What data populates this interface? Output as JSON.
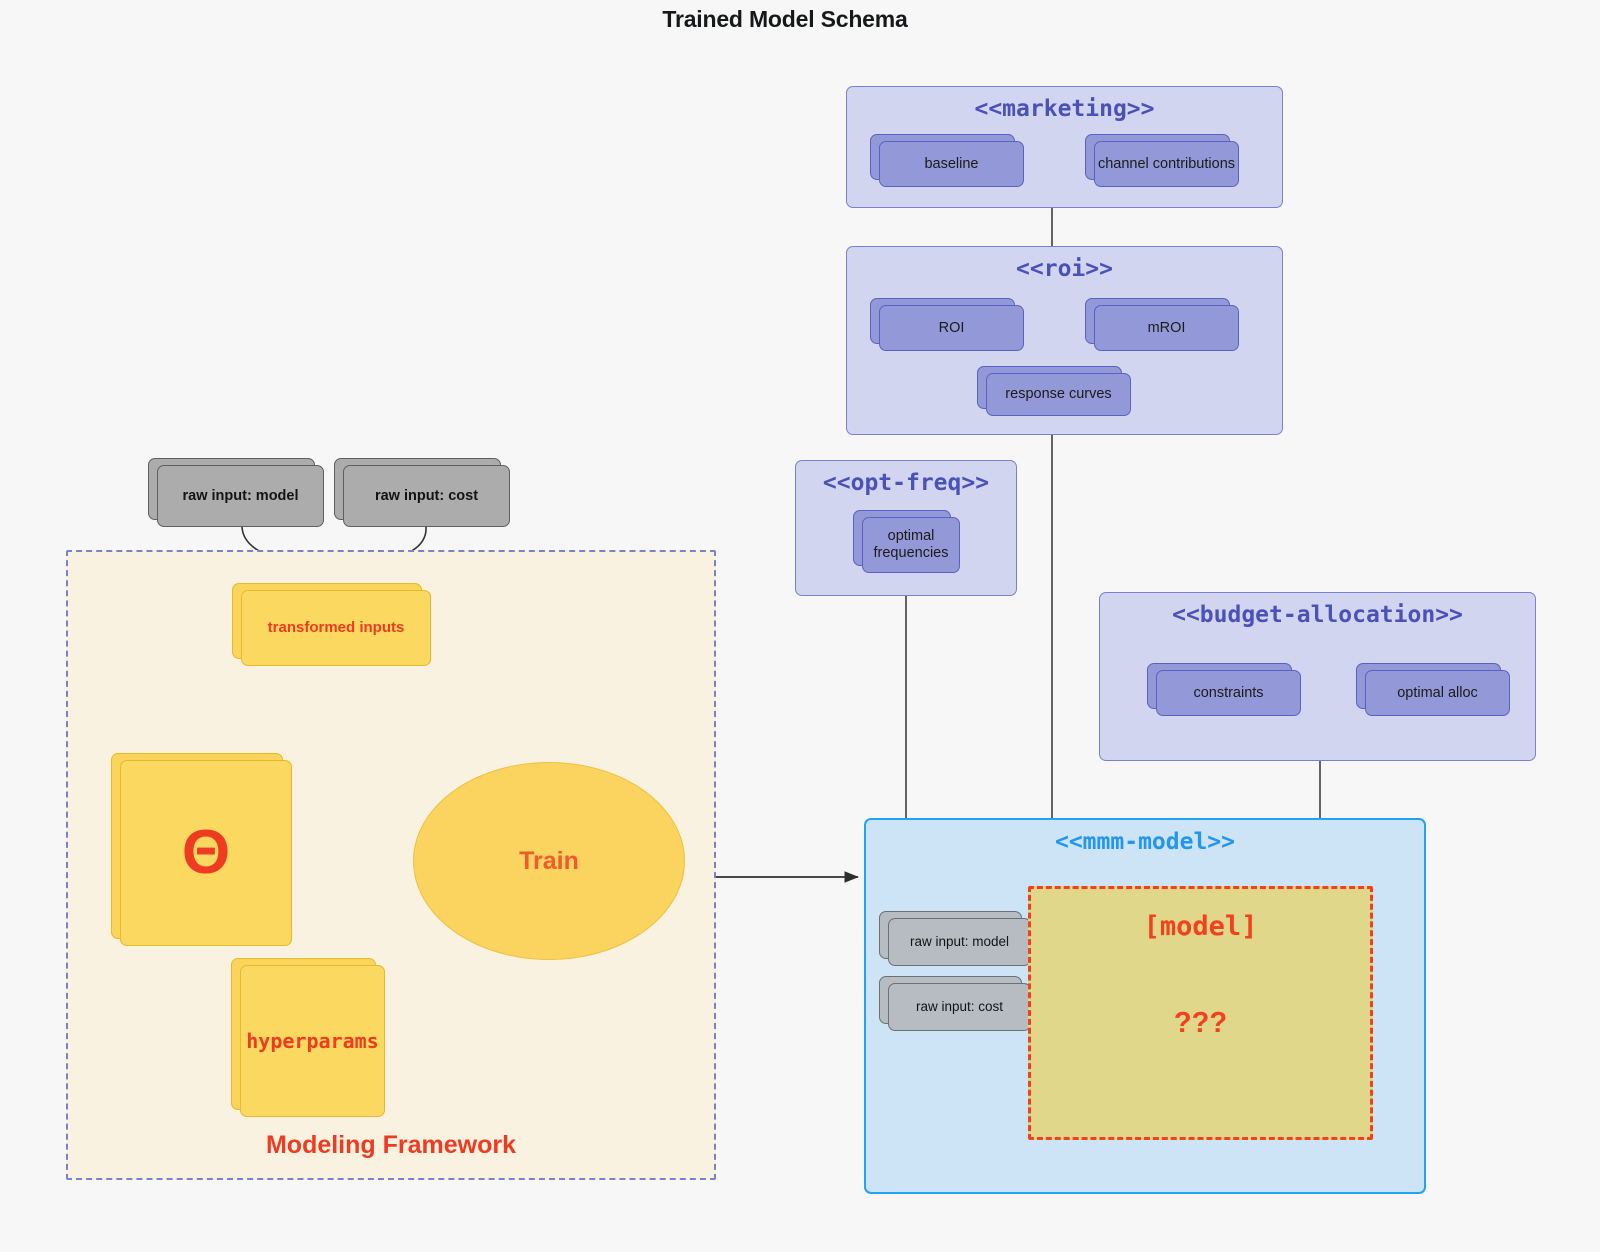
{
  "title": "Trained Model Schema",
  "colors": {
    "background": "#f7f7f7",
    "package_fill": "#d2d5ef",
    "package_border": "#7a7fd6",
    "package_title": "#4a51b8",
    "model_pkg_fill": "#cde4f7",
    "model_pkg_border": "#23a3f5",
    "model_pkg_title": "#2196f3",
    "purple_node": "#9399d8",
    "grey_node": "#acacac",
    "yellow_node": "#fbd85f",
    "accent_red": "#ef3b21",
    "framework_fill": "#faf2e0",
    "framework_border": "#7b82cc",
    "placeholder_fill": "#e0d78b",
    "placeholder_border": "#f4411d"
  },
  "packages": {
    "marketing": {
      "title": "<<marketing>>",
      "nodes": [
        {
          "label": "baseline"
        },
        {
          "label": "channel contributions"
        }
      ]
    },
    "roi": {
      "title": "<<roi>>",
      "nodes": [
        {
          "label": "ROI"
        },
        {
          "label": "mROI"
        },
        {
          "label": "response curves"
        }
      ]
    },
    "opt_freq": {
      "title": "<<opt-freq>>",
      "nodes": [
        {
          "label": "optimal\nfrequencies"
        }
      ]
    },
    "budget_allocation": {
      "title": "<<budget-allocation>>",
      "nodes": [
        {
          "label": "constraints"
        },
        {
          "label": "optimal alloc"
        }
      ]
    },
    "mmm_model": {
      "title": "<<mmm-model>>",
      "nodes": [
        {
          "label": "raw input: model"
        },
        {
          "label": "raw input: cost"
        }
      ],
      "placeholder": {
        "title": "[model]",
        "question": "???"
      }
    }
  },
  "framework": {
    "label": "Modeling Framework",
    "inputs": [
      {
        "label": "raw input: model"
      },
      {
        "label": "raw input: cost"
      }
    ],
    "nodes": [
      {
        "label": "transformed inputs"
      },
      {
        "label": "Θ"
      },
      {
        "label": "hyperparams"
      }
    ],
    "process": {
      "label": "Train"
    }
  }
}
